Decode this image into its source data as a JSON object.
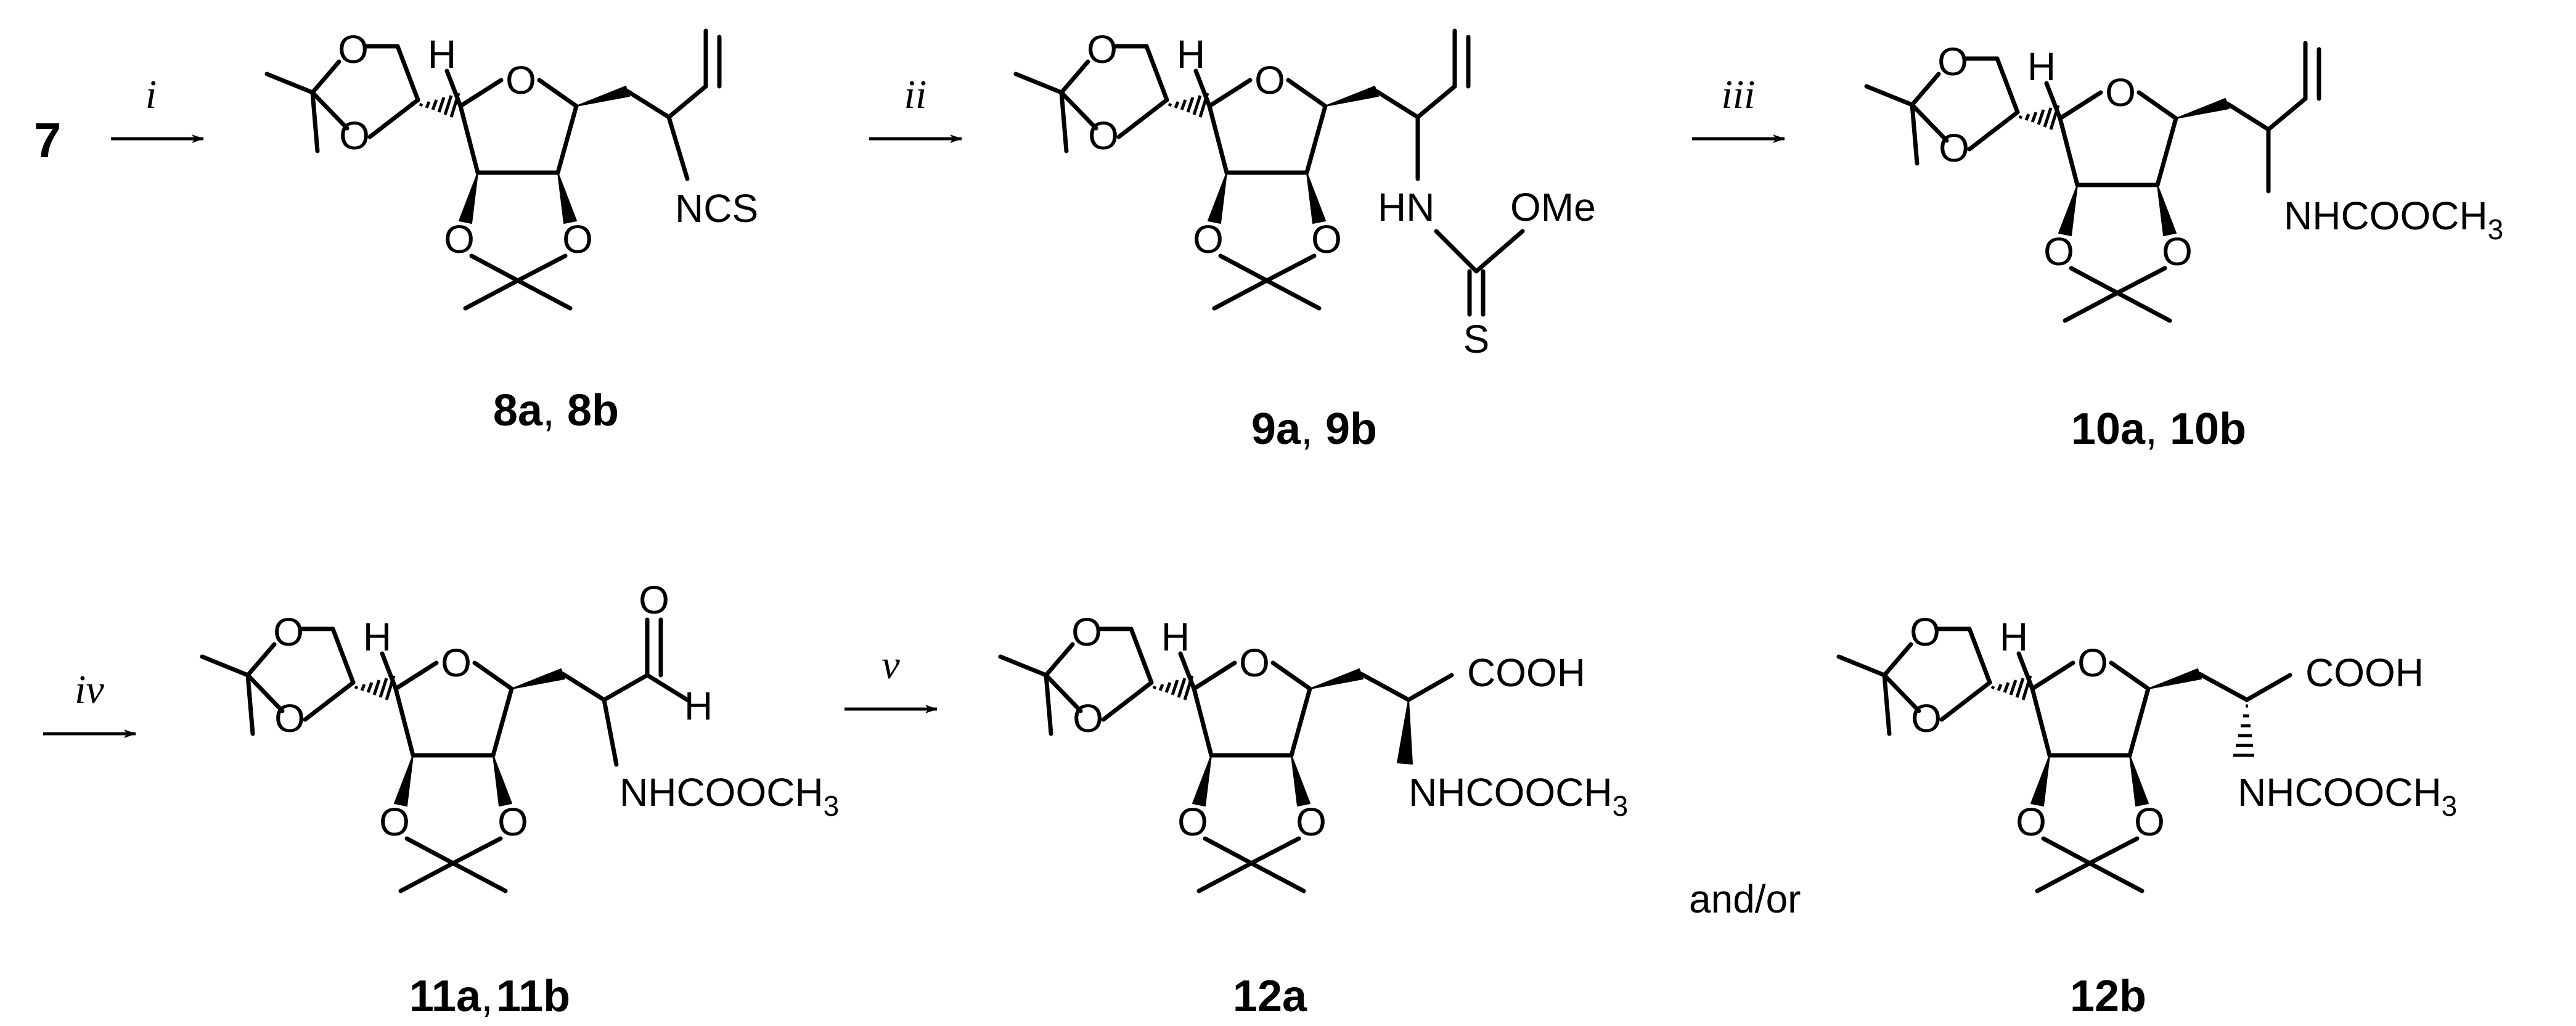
{
  "start_compound": "7",
  "reagents": [
    "i",
    "ii",
    "iii",
    "iv",
    "v"
  ],
  "atoms": {
    "O": "O",
    "H": "H",
    "NCS": "NCS",
    "HN": "HN",
    "OMe": "OMe",
    "S": "S",
    "NHCOOCH3": "NHCOOCH",
    "sub3": "3",
    "COOH": "COOH"
  },
  "compounds": [
    {
      "a": "8a",
      "sep": ", ",
      "b": "8b"
    },
    {
      "a": "9a",
      "sep": ", ",
      "b": "9b"
    },
    {
      "a": "10a",
      "sep": ", ",
      "b": "10b"
    },
    {
      "a": "11a",
      "sep": ",",
      "b": "11b"
    },
    {
      "a": "12a"
    },
    {
      "a": "12b"
    }
  ],
  "and_or": "and/or"
}
